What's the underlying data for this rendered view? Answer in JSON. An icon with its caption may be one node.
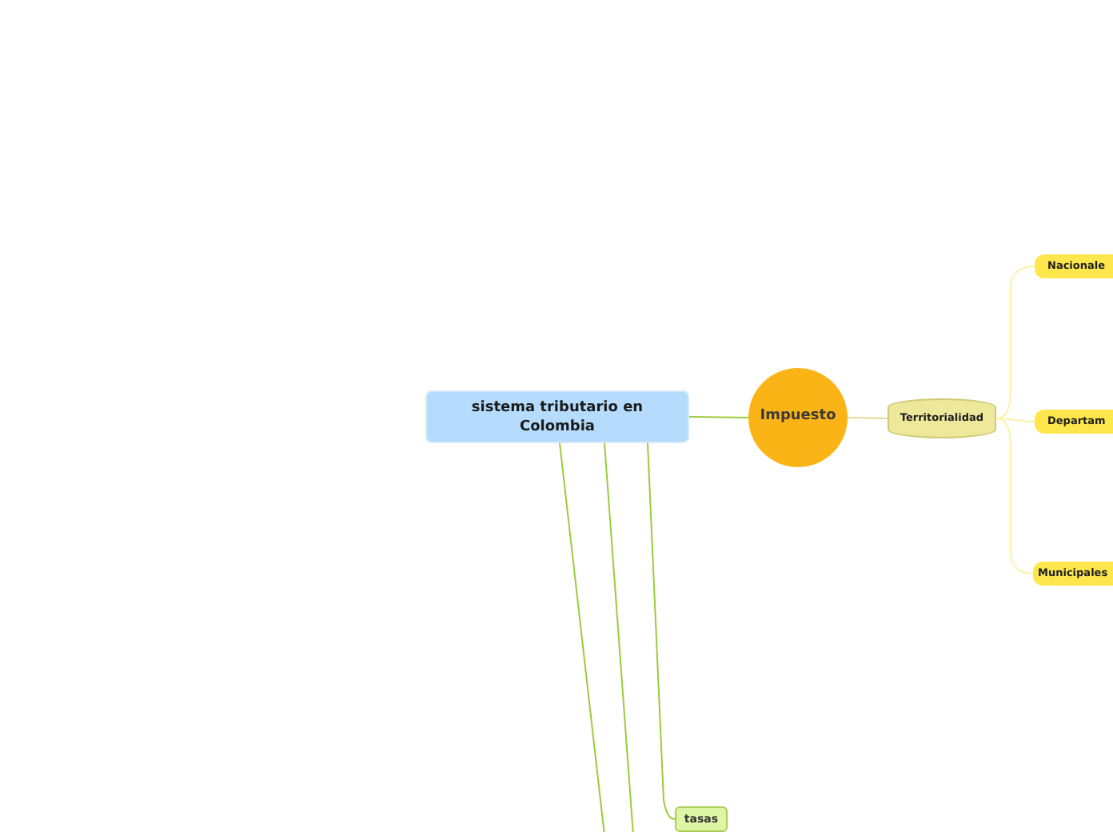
{
  "diagram": {
    "nodes": [
      {
        "text": [
          "sistema tributario en Colombia"
        ]
      },
      {
        "text": [
          "Impuesto"
        ]
      },
      {
        "text": [
          "Territorialidad"
        ]
      },
      {
        "text": [
          "Nacionale"
        ]
      },
      {
        "text": [
          "Departam"
        ]
      },
      {
        "text": [
          "Municipales"
        ]
      },
      {
        "text": [
          "tasas"
        ]
      }
    ],
    "edges": [
      {
        "from": 0,
        "to": 1,
        "arrow": "none"
      },
      {
        "from": 1,
        "to": 2,
        "arrow": "none",
        "color": "#e2dc98"
      },
      {
        "from": 2,
        "to": 3,
        "arrow": "none",
        "color": "#fdf1a8"
      },
      {
        "from": 2,
        "to": 4,
        "arrow": "none",
        "color": "#fdf1a8"
      },
      {
        "from": 2,
        "to": 5,
        "arrow": "none",
        "color": "#fdf1a8"
      },
      {
        "from": 0,
        "to": 6,
        "arrow": "none"
      },
      {
        "from": 0,
        "to": null,
        "arrow": "none"
      },
      {
        "from": 0,
        "to": null,
        "arrow": "none"
      }
    ]
  }
}
